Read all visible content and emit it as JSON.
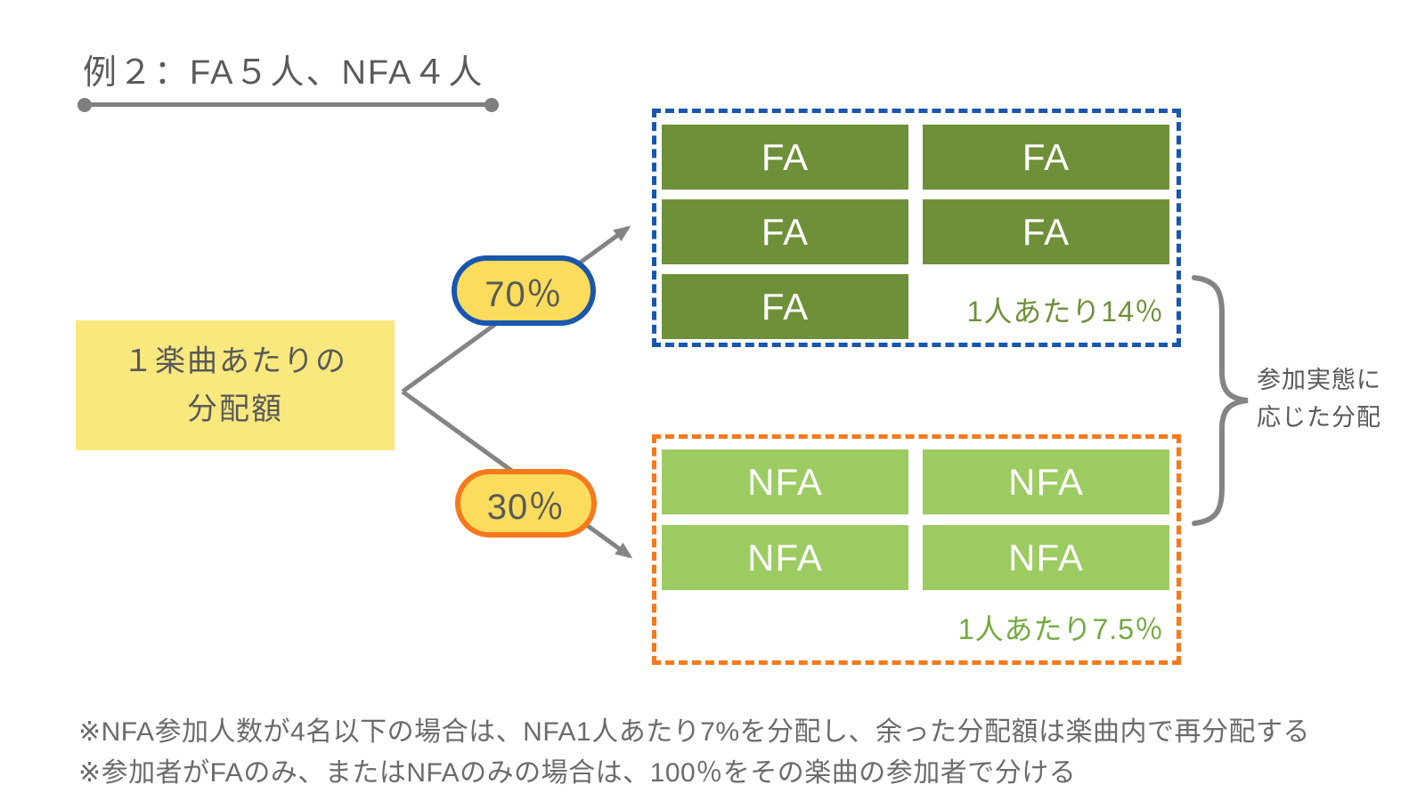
{
  "title": {
    "text": "例２：FA５人、NFA４人"
  },
  "source": {
    "line1": "１楽曲あたりの",
    "line2": "分配額"
  },
  "branches": {
    "fa": {
      "percent": "70％",
      "members": [
        "FA",
        "FA",
        "FA",
        "FA",
        "FA"
      ],
      "per_person": "1人あたり14％"
    },
    "nfa": {
      "percent": "30％",
      "members": [
        "NFA",
        "NFA",
        "NFA",
        "NFA"
      ],
      "per_person": "1人あたり7.5％"
    }
  },
  "brace_note": {
    "line1": "参加実態に",
    "line2": "応じた分配"
  },
  "footnotes": [
    "※NFA参加人数が4名以下の場合は、NFA1人あたり7%を分配し、余った分配額は楽曲内で再分配する",
    "※参加者がFAのみ、またはNFAのみの場合は、100％をその楽曲の参加者で分ける"
  ],
  "colors": {
    "fa_box_green": "#6e9039",
    "nfa_box_green": "#9ccb61",
    "fa_border_blue": "#1956ae",
    "nfa_border_orange": "#f5791d",
    "pill_yellow": "#fbdc5c",
    "source_yellow": "#f9e87e",
    "connector_gray": "#848484",
    "text_gray": "#595959"
  }
}
